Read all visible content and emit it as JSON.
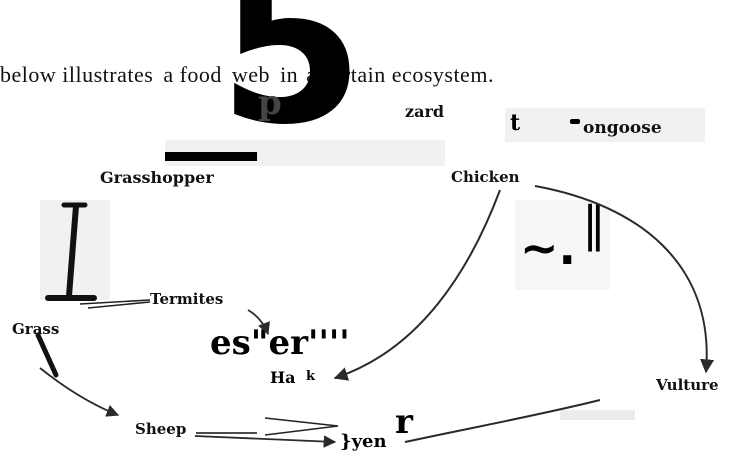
{
  "caption": {
    "prefix": "below illustrates",
    "middle_a": "a",
    "middle_b": "food",
    "middle_c": "web",
    "middle_d": "in",
    "suffix": "a certain ecosystem."
  },
  "artifacts": {
    "big_digit": "5",
    "lizard_fragment": "zard",
    "mongoose_fragment": "ongoose",
    "scribble_hawk": "es\"er''''",
    "scribble_hyena": "}yen",
    "scribble_r": "r",
    "scribble_tilde": "~.",
    "scribble_bars": "‖",
    "scribble_t": "t",
    "hawk_fragment": "Ha",
    "hawk_k": "k"
  },
  "nodes": {
    "grasshopper": "Grasshopper",
    "chicken": "Chicken",
    "termites": "Termites",
    "grass": "Grass",
    "vulture": "Vulture",
    "sheep": "Sheep"
  },
  "colors": {
    "ink": "#111111",
    "arrow": "#2a2a2a",
    "smudge": "#f1f1f1"
  }
}
